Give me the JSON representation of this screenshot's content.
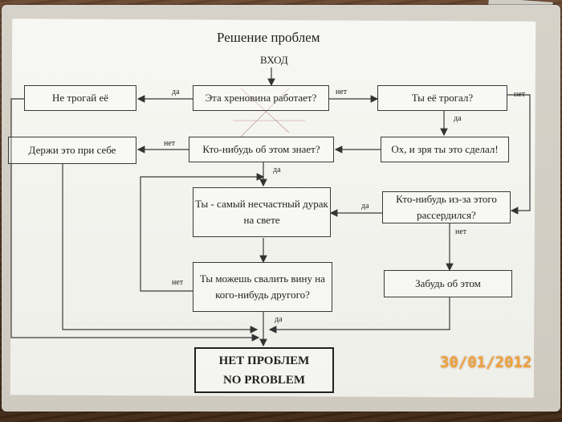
{
  "flowchart": {
    "title": "Решение проблем",
    "entry": "ВХОД",
    "boxes": {
      "dont_touch": "Не трогай её",
      "does_it_work": "Эта хреновина работает?",
      "did_you_touch": "Ты её трогал?",
      "keep_it_to_yourself": "Держи это при себе",
      "anyone_knows": "Кто-нибудь об этом знает?",
      "you_shouldnt_have": "Ох, и зря ты это сделал!",
      "unluckiest_fool": "Ты - самый несчастный дурак на свете",
      "anyone_angry": "Кто-нибудь из-за этого рассердился?",
      "blame_someone": "Ты можешь свалить вину на кого-нибудь другого?",
      "forget_it": "Забудь об этом"
    },
    "final": {
      "line1": "НЕТ ПРОБЛЕМ",
      "line2": "NO PROBLEM"
    },
    "labels": {
      "yes": "да",
      "no": "нет"
    }
  },
  "photo": {
    "date_stamp": "30/01/2012"
  },
  "colors": {
    "date_stamp": "#f0a23c",
    "paper": "#f4f4ef",
    "ink": "#1f1f1f"
  }
}
